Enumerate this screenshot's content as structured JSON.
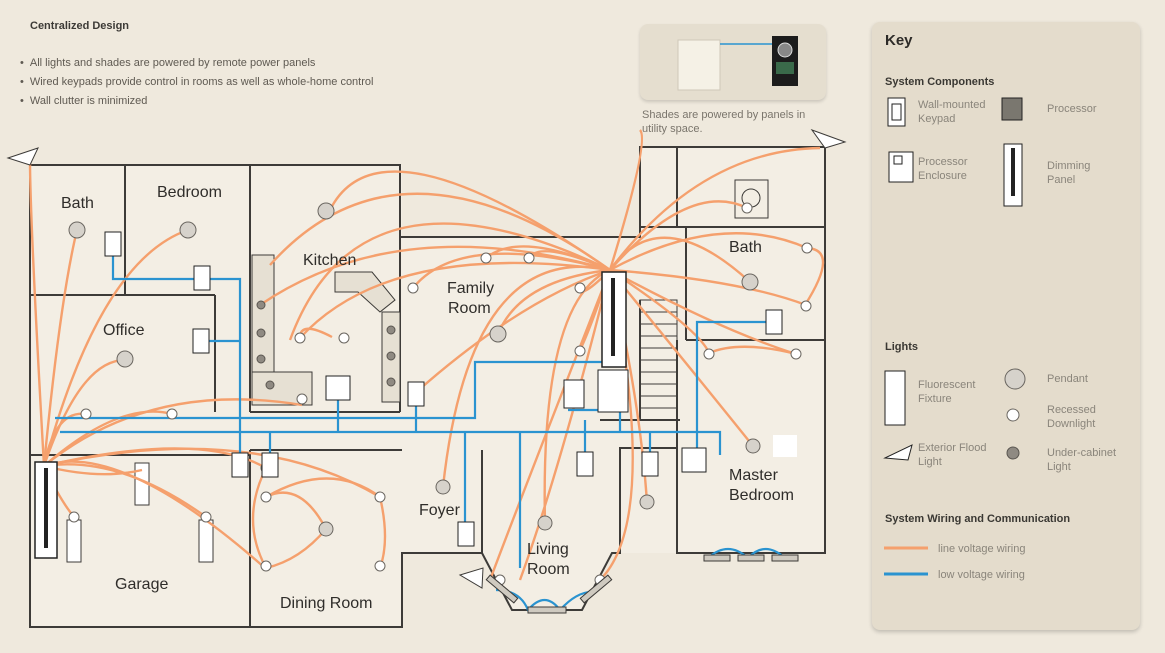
{
  "header": {
    "title": "Centralized Design",
    "bullets": [
      "All lights and shades are powered by remote power panels",
      "Wired keypads provide control in rooms as well as whole-home control",
      "Wall clutter is minimized"
    ]
  },
  "shade_note": "Shades are powered by panels in utility space.",
  "rooms": {
    "bath1": "Bath",
    "bedroom": "Bedroom",
    "kitchen": "Kitchen",
    "family_line1": "Family",
    "family_line2": "Room",
    "bath2": "Bath",
    "office": "Office",
    "foyer": "Foyer",
    "living_line1": "Living",
    "living_line2": "Room",
    "master_line1": "Master",
    "master_line2": "Bedroom",
    "garage": "Garage",
    "dining": "Dining Room"
  },
  "key": {
    "title": "Key",
    "components_heading": "System Components",
    "keypad_line1": "Wall-mounted",
    "keypad_line2": "Keypad",
    "processor": "Processor",
    "enclosure_line1": "Processor",
    "enclosure_line2": "Enclosure",
    "dimming_line1": "Dimming",
    "dimming_line2": "Panel",
    "lights_heading": "Lights",
    "fluorescent_line1": "Fluorescent",
    "fluorescent_line2": "Fixture",
    "pendant": "Pendant",
    "recessed_line1": "Recessed",
    "recessed_line2": "Downlight",
    "flood_line1": "Exterior Flood",
    "flood_line2": "Light",
    "undercab_line1": "Under-cabinet",
    "undercab_line2": "Light",
    "wiring_heading": "System Wiring and Communication",
    "line_voltage": "line voltage wiring",
    "low_voltage": "low voltage wiring"
  },
  "colors": {
    "line_voltage": "#f5a06d",
    "low_voltage": "#2a93d0",
    "wall": "#3d3b38",
    "floor": "#f2ece1"
  }
}
